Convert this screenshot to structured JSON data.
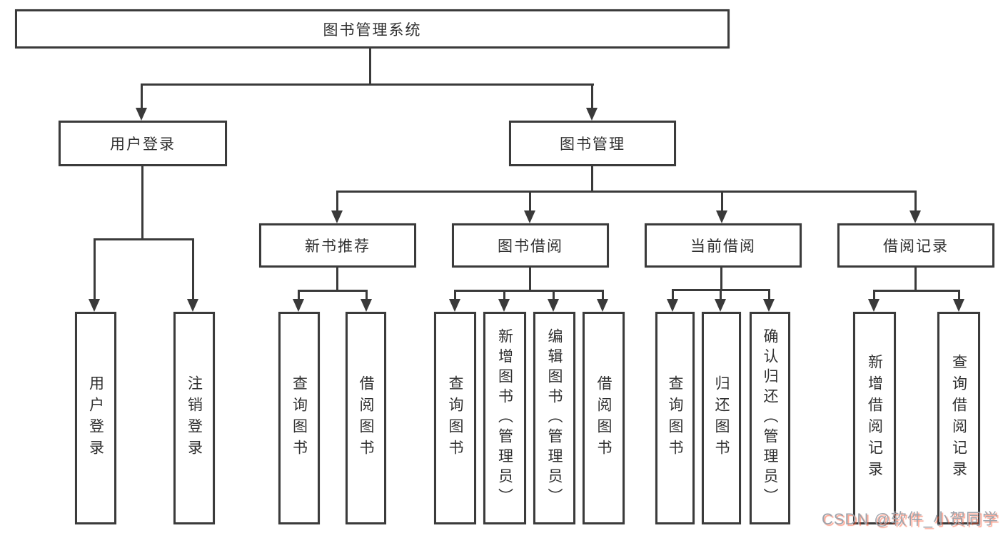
{
  "diagram_title": "图书管理系统",
  "tree": {
    "root": {
      "label": "图书管理系统"
    },
    "level2": [
      {
        "label": "用户登录"
      },
      {
        "label": "图书管理"
      }
    ],
    "level3": [
      {
        "label": "新书推荐"
      },
      {
        "label": "图书借阅"
      },
      {
        "label": "当前借阅"
      },
      {
        "label": "借阅记录"
      }
    ],
    "leaves": {
      "user": [
        "用户登录",
        "注销登录"
      ],
      "recommend": [
        "查询图书",
        "借阅图书"
      ],
      "borrow": [
        "查询图书",
        "新增图书（管理员）",
        "编辑图书（管理员）",
        "借阅图书"
      ],
      "current": [
        "查询图书",
        "归还图书",
        "确认归还（管理员）"
      ],
      "record": [
        "新增借阅记录",
        "查询借阅记录"
      ]
    }
  },
  "watermark": "CSDN @软件_小贺同学",
  "colors": {
    "line": "#3a3a3a",
    "box_border": "#3b3b3b",
    "text": "#303030",
    "background": "#ffffff",
    "watermark_gray": "#9da3ab",
    "watermark_red": "#fc5531"
  }
}
